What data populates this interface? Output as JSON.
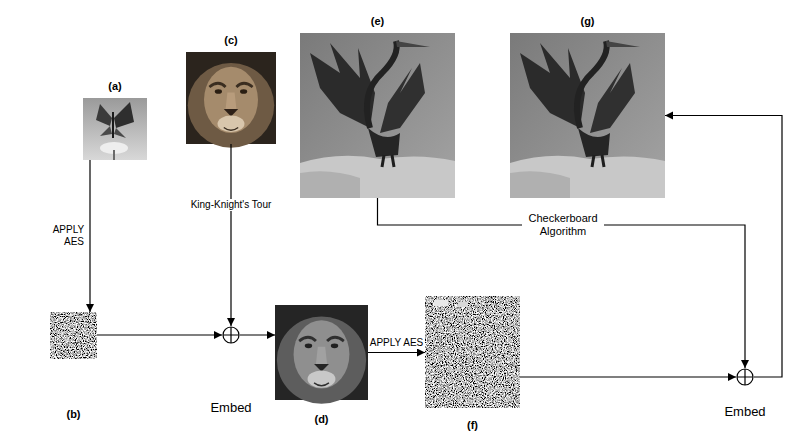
{
  "diagram": {
    "nodes": [
      {
        "text": [
          "(a)"
        ]
      },
      {
        "text": [
          "(c)"
        ]
      },
      {
        "text": [
          "(e)"
        ]
      },
      {
        "text": [
          "(g)"
        ]
      },
      {
        "text": [
          "Checkerboard Algorithm"
        ]
      },
      {
        "text": [
          "(b)"
        ]
      },
      {
        "text": [
          "Embed"
        ]
      },
      {
        "text": [
          "(d)"
        ]
      },
      {
        "text": [
          "(f)"
        ]
      },
      {
        "text": [
          "Embed"
        ]
      }
    ],
    "edges": [
      {
        "from": 0,
        "to": 5,
        "arrow": "to",
        "label": "APPLY AES"
      },
      {
        "from": 1,
        "to": 6,
        "arrow": "to",
        "label": "King-Knight's Tour"
      },
      {
        "from": 5,
        "to": 6,
        "arrow": "to"
      },
      {
        "from": 6,
        "to": 7,
        "arrow": "to"
      },
      {
        "from": 7,
        "to": 8,
        "arrow": "to",
        "label": "APPLY AES"
      },
      {
        "from": 2,
        "to": 4,
        "arrow": "none"
      },
      {
        "from": 4,
        "to": 9,
        "arrow": "to"
      },
      {
        "from": 8,
        "to": 9,
        "arrow": "to"
      },
      {
        "from": 9,
        "to": 3,
        "arrow": "to"
      }
    ]
  }
}
